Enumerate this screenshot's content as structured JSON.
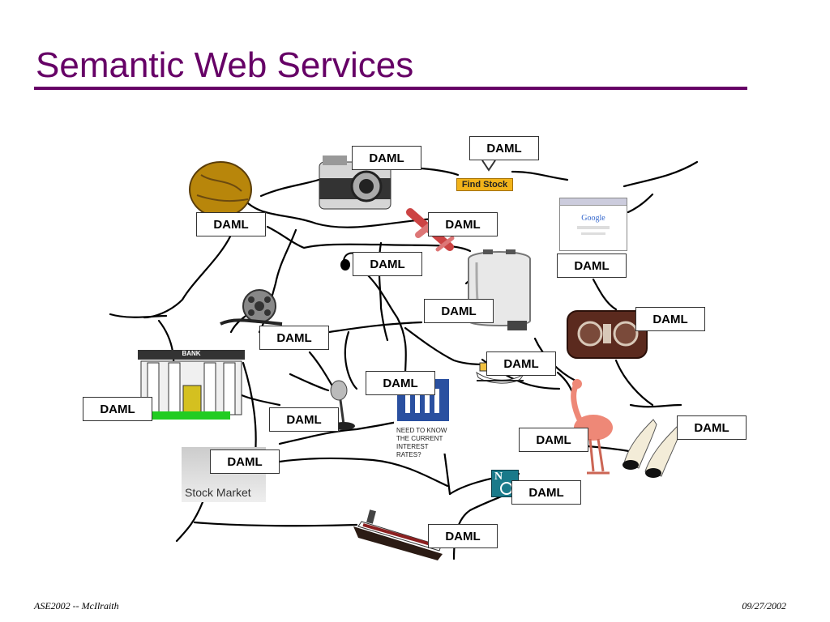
{
  "slide": {
    "title": "Semantic Web Services",
    "footer_left": "ASE2002 -- McIlraith",
    "footer_right": "09/27/2002",
    "accent_color": "#660066"
  },
  "labels": {
    "daml": "DAML"
  },
  "pictures": {
    "find_stock": "Find Stock",
    "google": "Google",
    "bank_sign": "BANK",
    "interest_note": "NEED TO KNOW THE CURRENT INTEREST RATES?",
    "stock_market": "Stock Market",
    "n_logo": "N"
  },
  "icons": [
    "globe-icon",
    "camera-icon",
    "find-stock-icon",
    "airplane-icon",
    "google-browser-icon",
    "headphones-icon",
    "toaster-icon",
    "film-reel-icon",
    "radio-icon",
    "bank-icon",
    "microphone-icon",
    "boat-toy-icon",
    "interest-rates-icon",
    "flamingo-icon",
    "shoes-icon",
    "stock-market-icon",
    "navigator-icon",
    "ocean-liner-icon"
  ]
}
